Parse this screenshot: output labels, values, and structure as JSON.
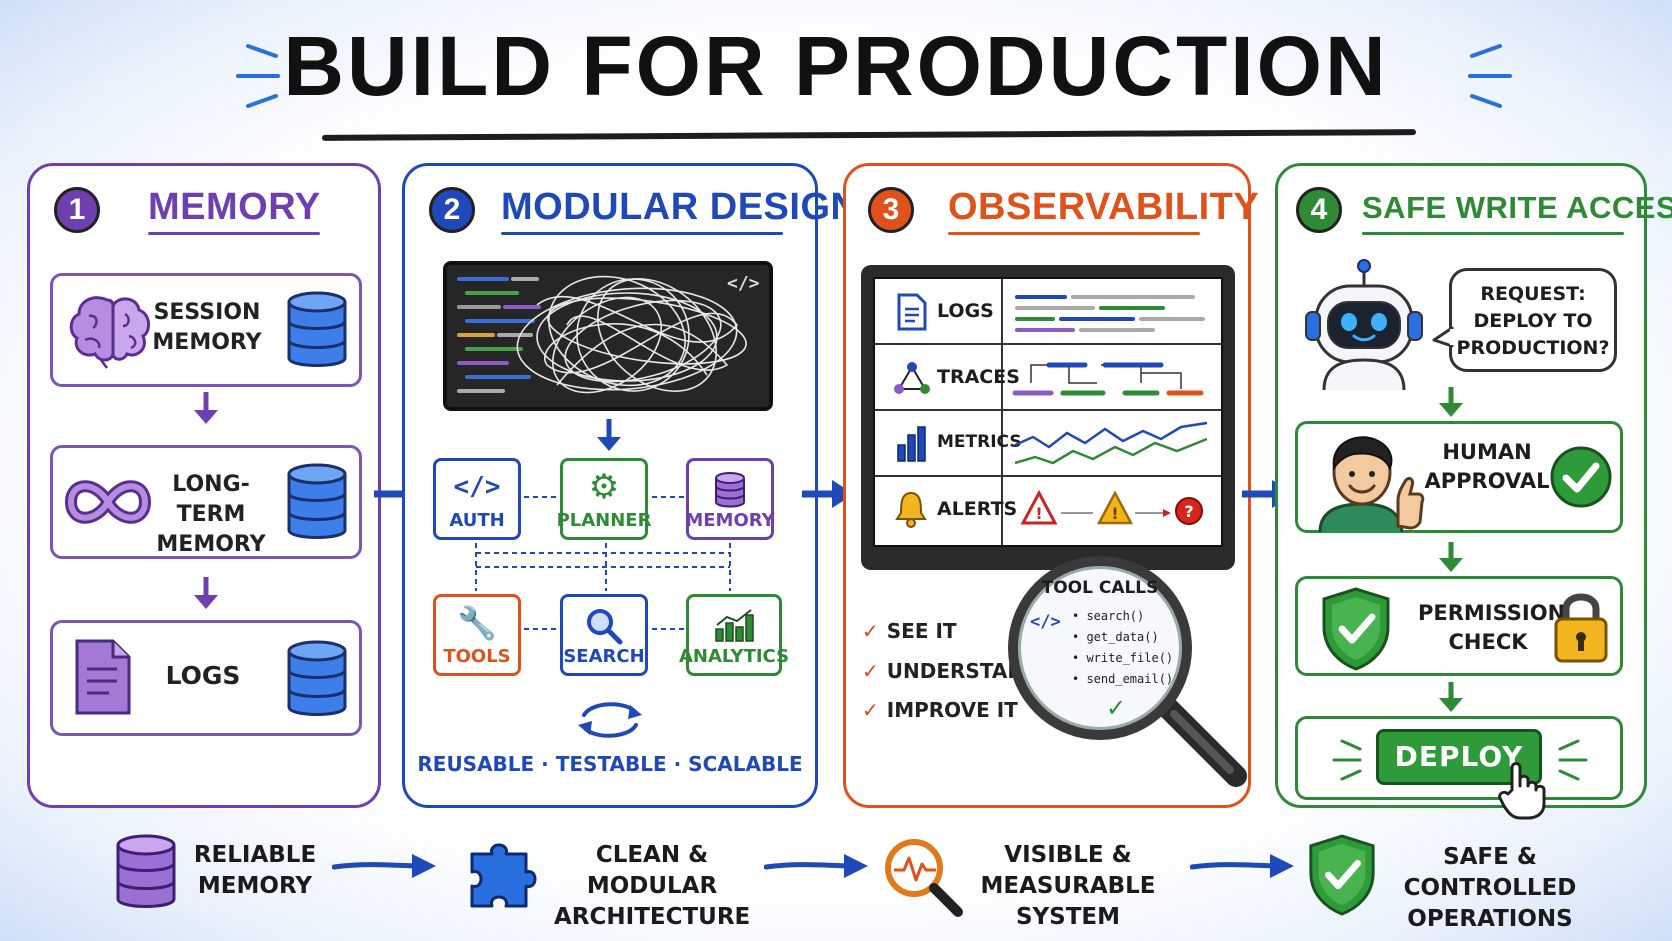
{
  "title": "BUILD FOR PRODUCTION",
  "colors": {
    "purple": "#6f3fb0",
    "blue": "#1f48b8",
    "orange": "#e0521b",
    "green": "#2e8a34"
  },
  "panels": [
    {
      "number": "1",
      "title": "MEMORY"
    },
    {
      "number": "2",
      "title": "MODULAR DESIGN"
    },
    {
      "number": "3",
      "title": "OBSERVABILITY"
    },
    {
      "number": "4",
      "title": "SAFE WRITE ACCESS"
    }
  ],
  "memory": {
    "items": [
      {
        "label_1": "SESSION",
        "label_2": "MEMORY",
        "icon": "brain-icon"
      },
      {
        "label_1": "LONG-TERM",
        "label_2": "MEMORY",
        "icon": "infinity-icon"
      },
      {
        "label_1": "LOGS",
        "icon": "document-icon"
      }
    ]
  },
  "modular": {
    "code_tag": "</>",
    "modules": [
      {
        "label": "AUTH",
        "icon": "code-icon"
      },
      {
        "label": "PLANNER",
        "icon": "gear-icon"
      },
      {
        "label": "MEMORY",
        "icon": "database-icon"
      },
      {
        "label": "TOOLS",
        "icon": "wrench-icon"
      },
      {
        "label": "SEARCH",
        "icon": "search-icon"
      },
      {
        "label": "ANALYTICS",
        "icon": "bar-chart-icon"
      }
    ],
    "tagline": "REUSABLE · TESTABLE · SCALABLE"
  },
  "observability": {
    "rows": [
      {
        "label": "LOGS",
        "icon": "document-icon"
      },
      {
        "label": "TRACES",
        "icon": "graph-icon"
      },
      {
        "label": "METRICS",
        "icon": "bar-chart-icon"
      },
      {
        "label": "ALERTS",
        "icon": "bell-icon"
      }
    ],
    "checklist": [
      "SEE IT",
      "UNDERSTAND IT",
      "IMPROVE IT"
    ],
    "tool_calls": {
      "title": "TOOL CALLS",
      "tag": "</>",
      "items": [
        "• search()",
        "• get_data()",
        "• write_file()",
        "• send_email()"
      ]
    }
  },
  "safe_write": {
    "request_1": "REQUEST:",
    "request_2": "DEPLOY TO",
    "request_3": "PRODUCTION?",
    "approval_1": "HUMAN",
    "approval_2": "APPROVAL",
    "permission_1": "PERMISSION",
    "permission_2": "CHECK",
    "deploy_label": "DEPLOY"
  },
  "bottom": [
    {
      "line_1": "RELIABLE",
      "line_2": "MEMORY",
      "icon": "database-icon"
    },
    {
      "line_1": "CLEAN & MODULAR",
      "line_2": "ARCHITECTURE",
      "icon": "puzzle-icon"
    },
    {
      "line_1": "VISIBLE & MEASURABLE",
      "line_2": "SYSTEM",
      "icon": "magnifier-pulse-icon"
    },
    {
      "line_1": "SAFE & CONTROLLED",
      "line_2": "OPERATIONS",
      "icon": "shield-check-icon"
    }
  ]
}
